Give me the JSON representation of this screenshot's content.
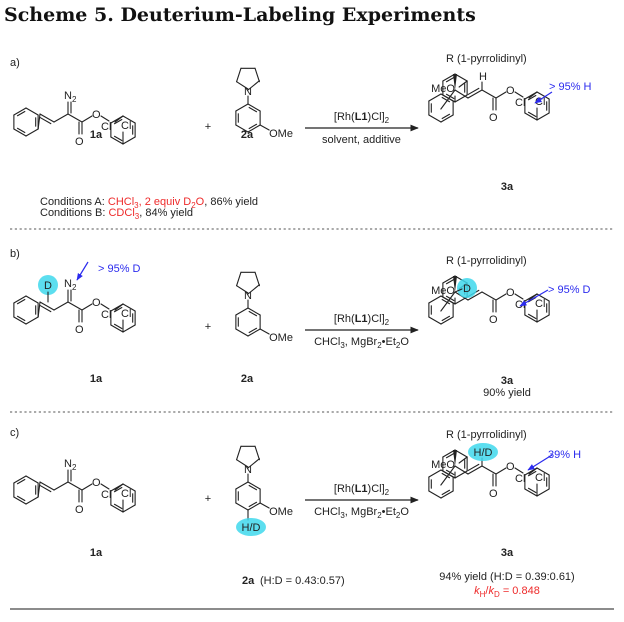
{
  "title": "Scheme 5. Deuterium-Labeling Experiments",
  "colors": {
    "accent_red": "#ee2a2a",
    "accent_blue": "#2b2bee",
    "highlight_cyan": "#3fd8ec"
  },
  "atoms": {
    "cl": "Cl",
    "o": "O",
    "n": "N",
    "n2_main": "N",
    "n2_sub": "2",
    "ome": "OMe",
    "meo": "MeO",
    "h": "H",
    "d": "D",
    "hd": "H/D",
    "plus": "+"
  },
  "r_group": "R (1-pyrrolidinyl)",
  "panels": [
    {
      "label": "a)",
      "compound_1": "1a",
      "compound_2": "2a",
      "product": "3a",
      "catalyst": {
        "pre": "[Rh(",
        "bold": "L1",
        "post": ")Cl]",
        "sub": "2"
      },
      "reagents_text": "solvent, additive",
      "annotation": "> 95% H",
      "conditions": [
        {
          "prefix": "Conditions A: ",
          "red_parts": [
            {
              "text": "CHCl",
              "sub": "3"
            },
            {
              "text": ", 2 equiv D",
              "sub": "2"
            },
            {
              "text": "O",
              "sub": ""
            }
          ],
          "suffix": ", 86% yield"
        },
        {
          "prefix": "Conditions B: ",
          "red_parts": [
            {
              "text": "CDCl",
              "sub": "3"
            }
          ],
          "suffix": ", 84% yield"
        }
      ]
    },
    {
      "label": "b)",
      "compound_1": "1a",
      "compound_2": "2a",
      "product": "3a",
      "catalyst": {
        "pre": "[Rh(",
        "bold": "L1",
        "post": ")Cl]",
        "sub": "2"
      },
      "reagents": {
        "t1": "CHCl",
        "s1": "3",
        "t2": ", MgBr",
        "s2": "2",
        "t3": "•Et",
        "s3": "2",
        "t4": "O"
      },
      "annotation_sm": "> 95% D",
      "annotation_product": "> 95% D",
      "product_yield": "90% yield"
    },
    {
      "label": "c)",
      "compound_1": "1a",
      "compound_2": "2a",
      "compound_2_ratio": "(H:D = 0.43:0.57)",
      "product": "3a",
      "catalyst": {
        "pre": "[Rh(",
        "bold": "L1",
        "post": ")Cl]",
        "sub": "2"
      },
      "reagents": {
        "t1": "CHCl",
        "s1": "3",
        "t2": ", MgBr",
        "s2": "2",
        "t3": "•Et",
        "s3": "2",
        "t4": "O"
      },
      "annotation": "39% H",
      "product_yield": "94% yield (H:D = 0.39:0.61)",
      "kie": {
        "k": "k",
        "h": "H",
        "slash": "/",
        "d": "D",
        "value": " = 0.848"
      }
    }
  ]
}
